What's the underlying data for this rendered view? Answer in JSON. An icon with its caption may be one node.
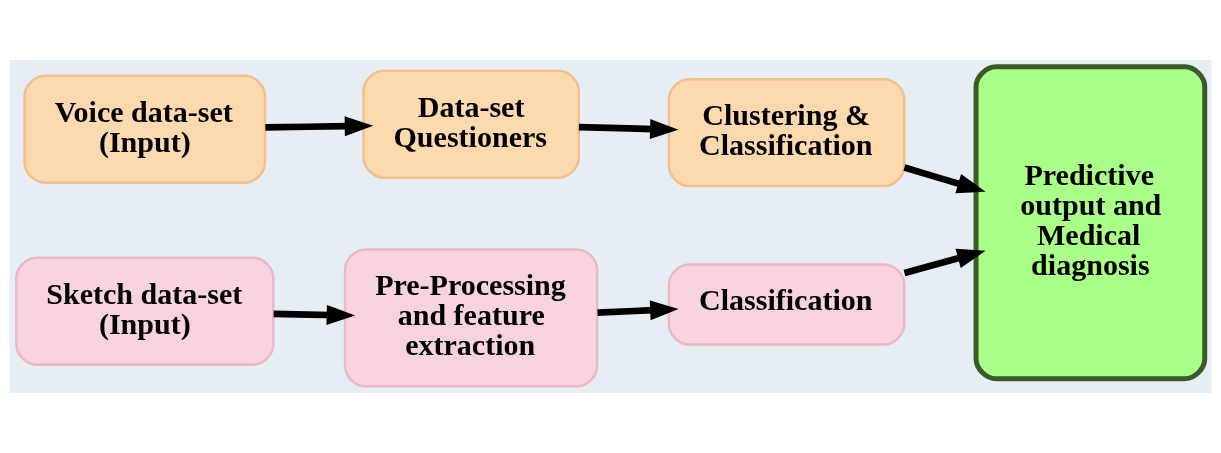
{
  "diagram": {
    "nodes": [
      {
        "text": [
          "Voice data-set (Input)"
        ]
      },
      {
        "text": [
          "Data-set Questioners"
        ]
      },
      {
        "text": [
          "Clustering & Classification"
        ]
      },
      {
        "text": [
          "Predictive output and Medical diagnosis"
        ]
      },
      {
        "text": [
          "Sketch data-set (Input)"
        ]
      },
      {
        "text": [
          "Pre-Processing and feature extraction"
        ]
      },
      {
        "text": [
          "Classification"
        ]
      }
    ],
    "edges": [
      {
        "from": 0,
        "to": 1,
        "arrow": "to"
      },
      {
        "from": 1,
        "to": 2,
        "arrow": "to"
      },
      {
        "from": 2,
        "to": 3,
        "arrow": "to"
      },
      {
        "from": 4,
        "to": 5,
        "arrow": "to"
      },
      {
        "from": 5,
        "to": 6,
        "arrow": "to"
      },
      {
        "from": 6,
        "to": 3,
        "arrow": "to"
      }
    ]
  }
}
